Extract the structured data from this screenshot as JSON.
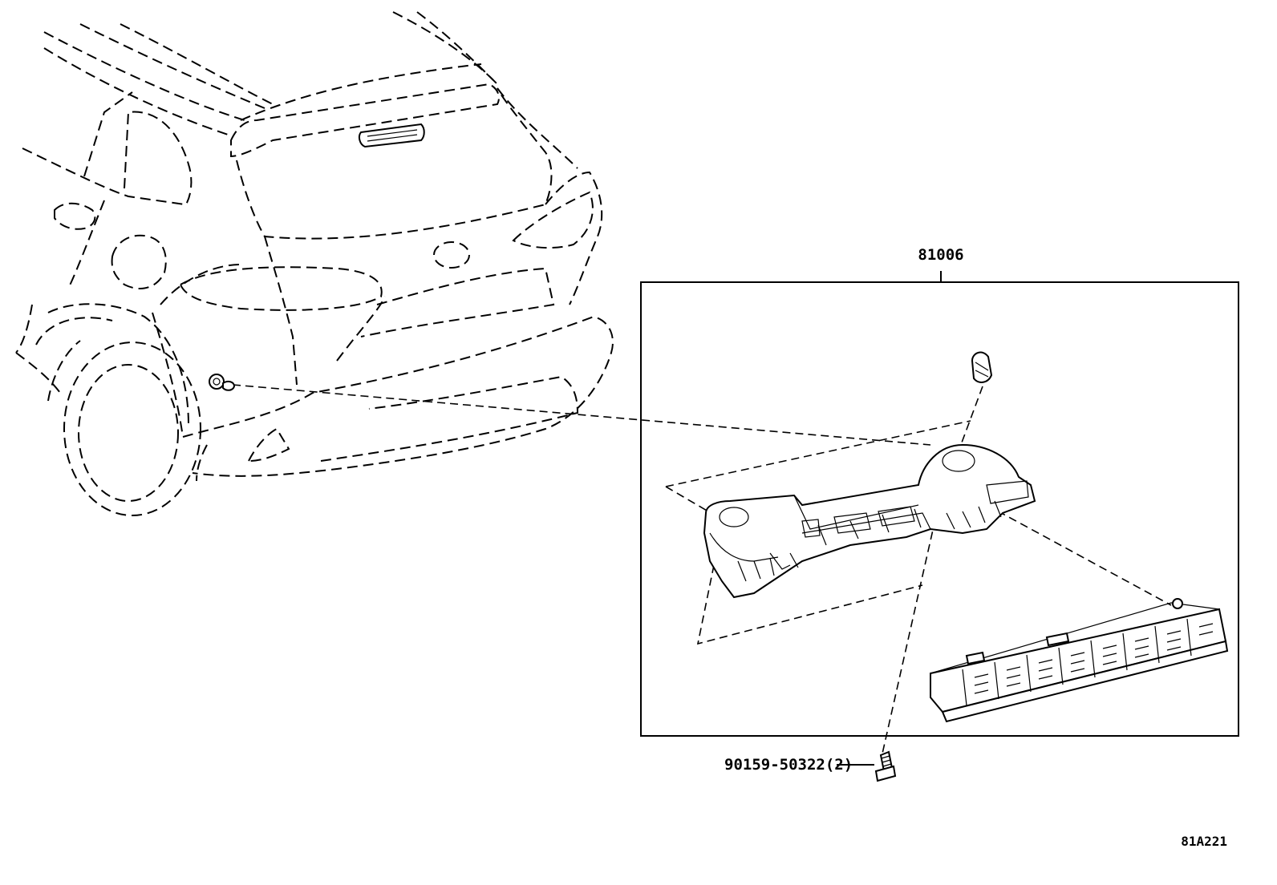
{
  "labels": {
    "assembly_part_number": "81006",
    "bolt_part_number": "90159-50322(2)",
    "illustration_code": "81A221"
  },
  "colors": {
    "line": "#000000",
    "background": "#ffffff"
  }
}
